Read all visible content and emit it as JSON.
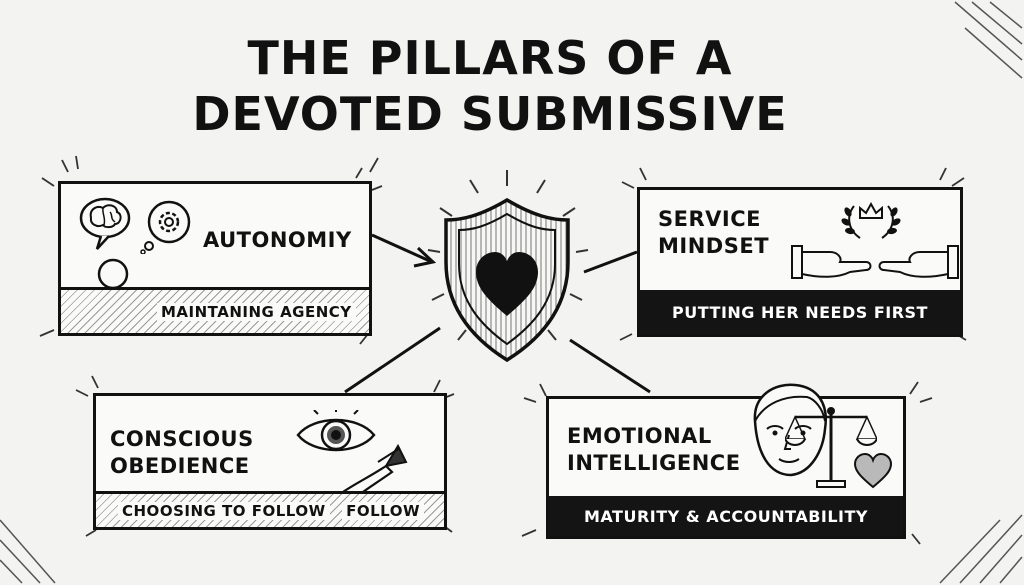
{
  "title": {
    "line1": "THE PILLARS OF A",
    "line2": "DEVOTED SUBMISSIVE"
  },
  "center": {
    "icon": "shield-heart-icon"
  },
  "pillars": {
    "autonomy": {
      "label": "AUTONOMIY",
      "caption": "MAINTANING AGENCY",
      "icons": [
        "brain-thought-icon",
        "gear-thought-icon",
        "person-icon"
      ]
    },
    "service": {
      "label_line1": "SERVICE",
      "label_line2": "MINDSET",
      "caption": "PUTTING HER NEEDS FIRST",
      "icons": [
        "laurel-crown-icon",
        "offering-hands-icon"
      ]
    },
    "obedience": {
      "label_line1": "CONSCIOUS",
      "label_line2": "OBEDIENCE",
      "caption": "CHOOSING TO FOLLOW",
      "caption_right": "FOLLOW",
      "icons": [
        "eye-icon",
        "path-arrow-icon"
      ]
    },
    "emotional": {
      "label_line1": "EMOTIONAL",
      "label_line2": "INTELLIGENCE",
      "caption": "MATURITY & ACCOUNTABILITY",
      "icons": [
        "face-icon",
        "balance-scale-icon",
        "heart-icon"
      ]
    }
  },
  "colors": {
    "ink": "#111111",
    "paper": "#f3f3f1",
    "dark_band": "#141414",
    "heart": "#b9b9b9"
  }
}
